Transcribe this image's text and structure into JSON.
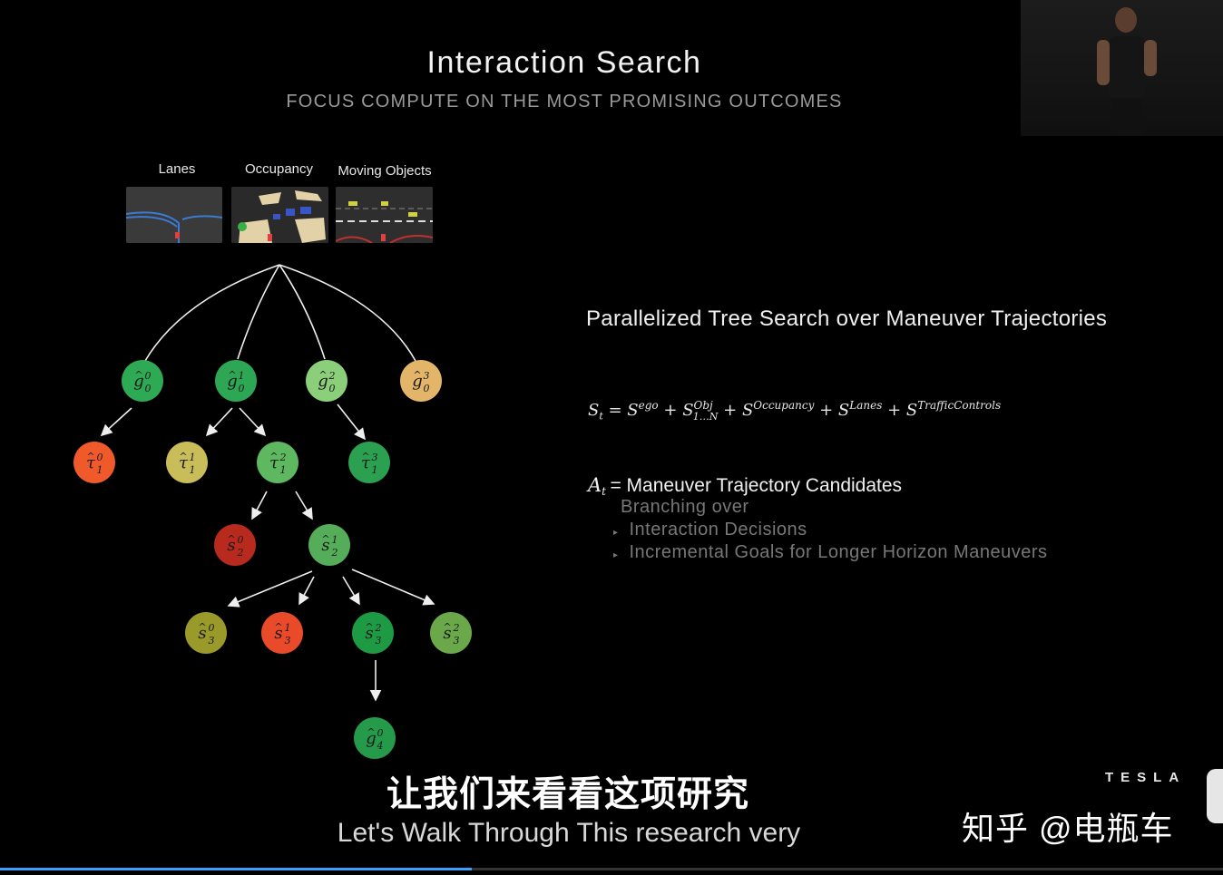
{
  "slide": {
    "title": "Interaction Search",
    "subtitle": "FOCUS COMPUTE ON THE MOST PROMISING OUTCOMES"
  },
  "inputs": {
    "lanes_label": "Lanes",
    "occupancy_label": "Occupancy",
    "moving_objects_label": "Moving Objects"
  },
  "tree": {
    "nodes": [
      {
        "id": "g0_0",
        "letter": "g",
        "hat": "^",
        "sup": "0",
        "sub": "0",
        "color": "#2eaa55"
      },
      {
        "id": "g0_1",
        "letter": "g",
        "hat": "^",
        "sup": "1",
        "sub": "0",
        "color": "#2ea755"
      },
      {
        "id": "g0_2",
        "letter": "g",
        "hat": "^",
        "sup": "2",
        "sub": "0",
        "color": "#8ccf7a"
      },
      {
        "id": "g0_3",
        "letter": "g",
        "hat": "^",
        "sup": "3",
        "sub": "0",
        "color": "#e3b568"
      },
      {
        "id": "t1_0",
        "letter": "τ",
        "hat": "^",
        "sup": "0",
        "sub": "1",
        "color": "#f05a2a"
      },
      {
        "id": "t1_1",
        "letter": "τ",
        "hat": "^",
        "sup": "1",
        "sub": "1",
        "color": "#c9bd5a"
      },
      {
        "id": "t1_2",
        "letter": "τ",
        "hat": "^",
        "sup": "2",
        "sub": "1",
        "color": "#5db860"
      },
      {
        "id": "t1_3",
        "letter": "τ",
        "hat": "^",
        "sup": "3",
        "sub": "1",
        "color": "#2aa050"
      },
      {
        "id": "s2_0",
        "letter": "s",
        "hat": "^",
        "sup": "0",
        "sub": "2",
        "color": "#b82a1e"
      },
      {
        "id": "s2_1",
        "letter": "s",
        "hat": "^",
        "sup": "1",
        "sub": "2",
        "color": "#55ad5a"
      },
      {
        "id": "s3_0",
        "letter": "s",
        "hat": "^",
        "sup": "0",
        "sub": "3",
        "color": "#9a9a2a"
      },
      {
        "id": "s3_1",
        "letter": "s",
        "hat": "^",
        "sup": "1",
        "sub": "3",
        "color": "#e84a2a"
      },
      {
        "id": "s3_2",
        "letter": "s",
        "hat": "^",
        "sup": "2",
        "sub": "3",
        "color": "#1e9a45"
      },
      {
        "id": "s3_3",
        "letter": "s",
        "hat": "^",
        "sup": "2",
        "sub": "3",
        "color": "#6aa84a"
      },
      {
        "id": "g4_0",
        "letter": "g",
        "hat": "^",
        "sup": "0",
        "sub": "4",
        "color": "#249a4a"
      }
    ]
  },
  "right": {
    "heading": "Parallelized Tree Search over Maneuver Trajectories",
    "formula": {
      "lhs": "S",
      "lhs_sub": "t",
      "eq": " = ",
      "terms": [
        {
          "base": "S",
          "sup": "ego",
          "sub": ""
        },
        {
          "base": "S",
          "sup": "Obj",
          "sub": "1…N"
        },
        {
          "base": "S",
          "sup": "Occupancy",
          "sub": ""
        },
        {
          "base": "S",
          "sup": "Lanes",
          "sub": ""
        },
        {
          "base": "S",
          "sup": "TrafficControls",
          "sub": ""
        }
      ]
    },
    "action_var": "A",
    "action_sub": "t",
    "action_text": "= Maneuver Trajectory Candidates",
    "branching": "Branching over",
    "bullets": [
      "Interaction Decisions",
      "Incremental Goals for Longer Horizon Maneuvers"
    ]
  },
  "subtitles": {
    "chinese": "让我们来看看这项研究",
    "english": "Let's Walk Through This research very"
  },
  "branding": {
    "tesla": "TESLA",
    "watermark": "知乎 @电瓶车"
  },
  "colors": {
    "background": "#000000",
    "progress": "#3aa0ff"
  },
  "progress": {
    "played_fraction": 0.386
  }
}
